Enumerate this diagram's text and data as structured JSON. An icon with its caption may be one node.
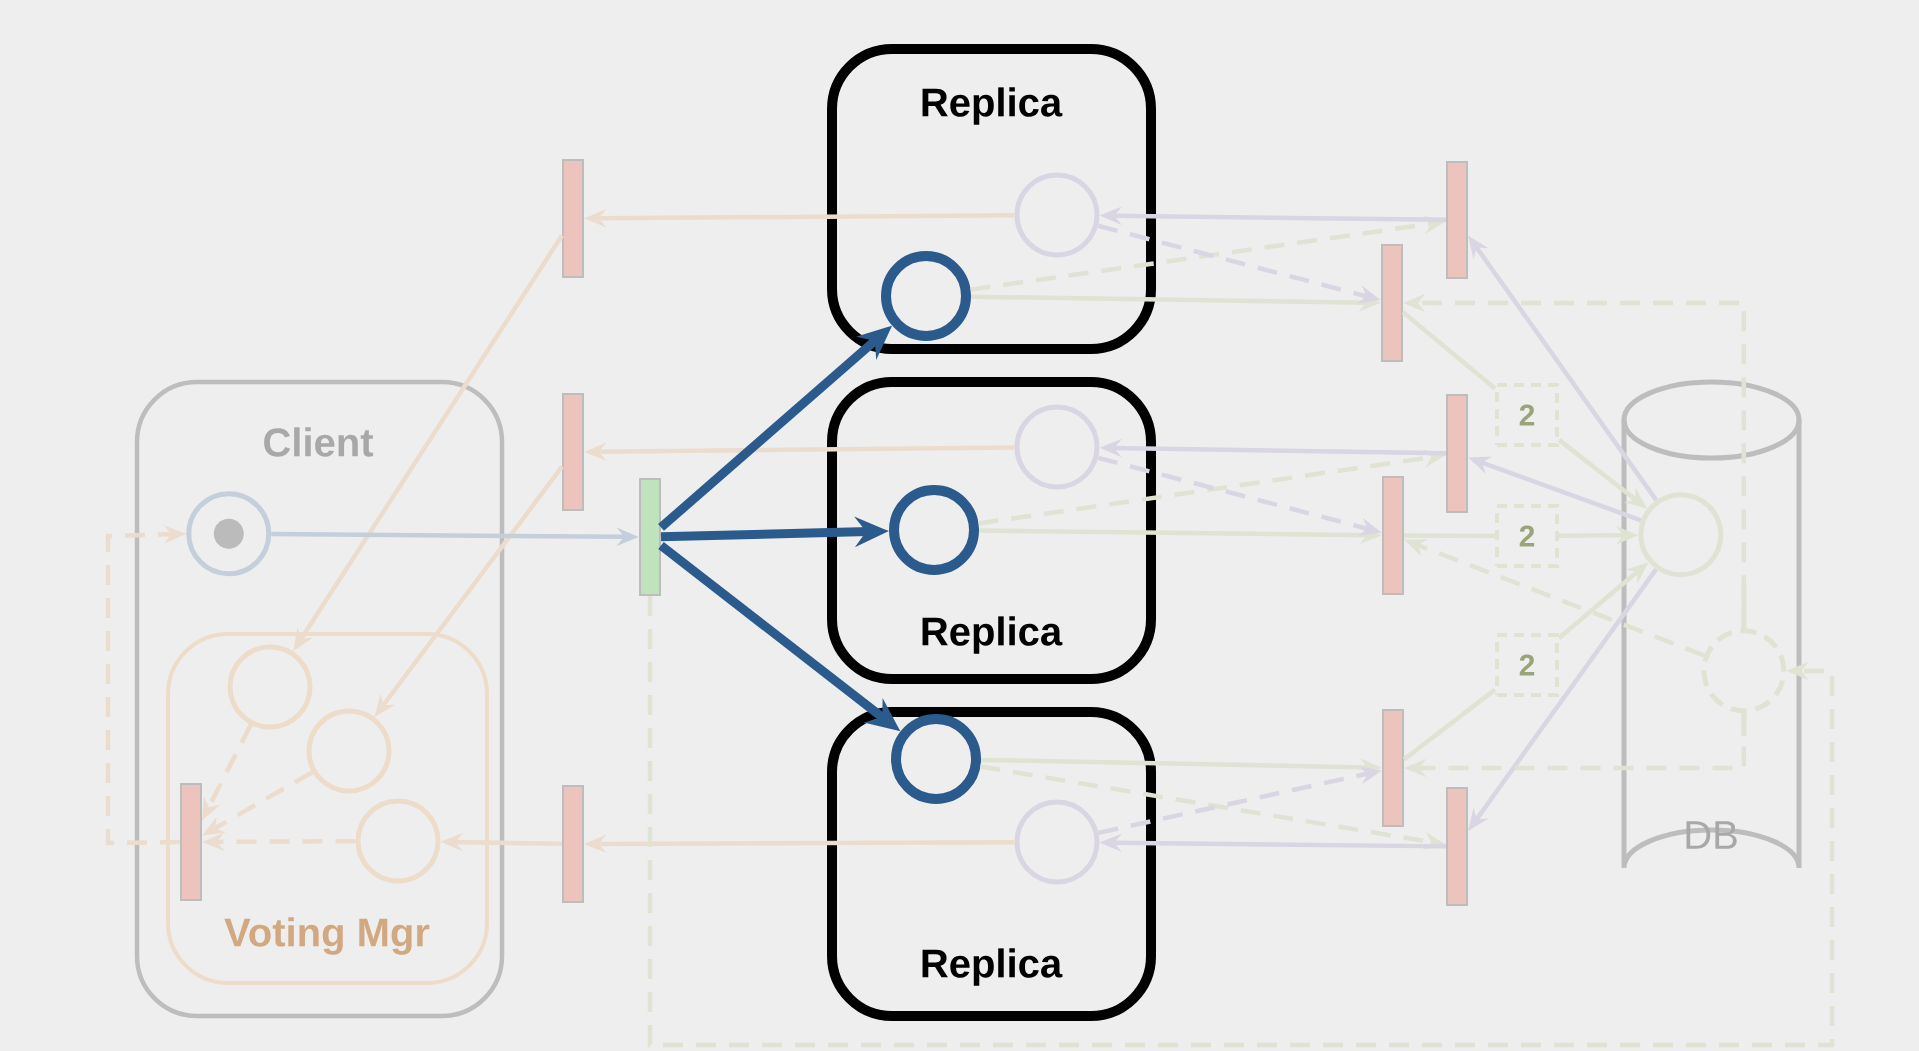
{
  "diagram": {
    "nodes": [
      {
        "text": [
          "Client"
        ]
      },
      {
        "text": [
          "Voting Mgr"
        ],
        "in": 0
      },
      {
        "text": [
          "Replica"
        ]
      },
      {
        "text": [
          "Replica"
        ]
      },
      {
        "text": [
          "Replica"
        ]
      },
      {
        "text": [
          "DB"
        ]
      },
      {
        "text": [],
        "shape": "circle",
        "in": 0
      },
      {
        "text": [],
        "shape": "circle",
        "in": 1
      },
      {
        "text": [],
        "shape": "circle",
        "in": 1
      },
      {
        "text": [],
        "shape": "circle",
        "in": 1
      },
      {
        "text": [],
        "shape": "bar",
        "in": 1
      },
      {
        "text": [],
        "shape": "bar"
      },
      {
        "text": [],
        "shape": "bar"
      },
      {
        "text": [],
        "shape": "bar"
      },
      {
        "text": [],
        "shape": "bar"
      },
      {
        "text": [],
        "shape": "circle",
        "in": 2
      },
      {
        "text": [],
        "shape": "circle",
        "in": 2
      },
      {
        "text": [],
        "shape": "circle",
        "in": 3
      },
      {
        "text": [],
        "shape": "circle",
        "in": 3
      },
      {
        "text": [],
        "shape": "circle",
        "in": 4
      },
      {
        "text": [],
        "shape": "circle",
        "in": 4
      },
      {
        "text": [],
        "shape": "bar"
      },
      {
        "text": [],
        "shape": "bar"
      },
      {
        "text": [],
        "shape": "bar"
      },
      {
        "text": [],
        "shape": "bar"
      },
      {
        "text": [],
        "shape": "bar"
      },
      {
        "text": [],
        "shape": "bar"
      },
      {
        "text": [
          "2"
        ]
      },
      {
        "text": [
          "2"
        ]
      },
      {
        "text": [
          "2"
        ]
      },
      {
        "text": [],
        "shape": "circle",
        "in": 5
      },
      {
        "text": [],
        "shape": "circle",
        "in": 5
      }
    ],
    "edges": [
      {
        "from": 15,
        "to": 11,
        "arrow": "to",
        "color": "#ecdccd"
      },
      {
        "from": 17,
        "to": 12,
        "arrow": "to",
        "color": "#ecdccd"
      },
      {
        "from": 20,
        "to": 13,
        "arrow": "to",
        "color": "#ecdccd"
      },
      {
        "from": 11,
        "to": 7,
        "arrow": "to",
        "color": "#ecdccd"
      },
      {
        "from": 12,
        "to": 8,
        "arrow": "to",
        "color": "#ecdccd"
      },
      {
        "from": 13,
        "to": 9,
        "arrow": "to",
        "color": "#ecdccd"
      },
      {
        "from": 7,
        "to": 10,
        "arrow": "to",
        "style": "dashed",
        "color": "#ecdccd"
      },
      {
        "from": 8,
        "to": 10,
        "arrow": "to",
        "style": "dashed",
        "color": "#ecdccd"
      },
      {
        "from": 9,
        "to": 10,
        "arrow": "to",
        "style": "dashed",
        "color": "#ecdccd"
      },
      {
        "from": 10,
        "to": 6,
        "arrow": "to",
        "style": "dashed",
        "color": "#ecdccd"
      },
      {
        "from": 6,
        "to": 14,
        "arrow": "to",
        "color": "#c4cfdb"
      },
      {
        "from": 14,
        "to": 16,
        "arrow": "to",
        "style": "thick",
        "color": "#2b5b8c"
      },
      {
        "from": 14,
        "to": 18,
        "arrow": "to",
        "style": "thick",
        "color": "#2b5b8c"
      },
      {
        "from": 14,
        "to": 19,
        "arrow": "to",
        "style": "thick",
        "color": "#2b5b8c"
      },
      {
        "from": 14,
        "to": 31,
        "arrow": "to",
        "style": "dashed"
      },
      {
        "from": 16,
        "to": 22,
        "arrow": "to"
      },
      {
        "from": 16,
        "to": 21,
        "arrow": "to",
        "style": "dashed"
      },
      {
        "from": 18,
        "to": 24,
        "arrow": "to"
      },
      {
        "from": 18,
        "to": 23,
        "arrow": "to",
        "style": "dashed"
      },
      {
        "from": 19,
        "to": 25,
        "arrow": "to"
      },
      {
        "from": 19,
        "to": 26,
        "arrow": "to",
        "style": "dashed"
      },
      {
        "from": 21,
        "to": 15,
        "arrow": "to",
        "color": "#dad5e3"
      },
      {
        "from": 15,
        "to": 22,
        "arrow": "to",
        "style": "dashed",
        "color": "#dad5e3"
      },
      {
        "from": 23,
        "to": 17,
        "arrow": "to",
        "color": "#dad5e3"
      },
      {
        "from": 17,
        "to": 24,
        "arrow": "to",
        "style": "dashed",
        "color": "#dad5e3"
      },
      {
        "from": 26,
        "to": 20,
        "arrow": "to",
        "color": "#dad5e3"
      },
      {
        "from": 20,
        "to": 25,
        "arrow": "to",
        "style": "dashed",
        "color": "#dad5e3"
      },
      {
        "from": 30,
        "to": 21,
        "arrow": "to",
        "color": "#dad5e3"
      },
      {
        "from": 30,
        "to": 23,
        "arrow": "to",
        "color": "#dad5e3"
      },
      {
        "from": 30,
        "to": 26,
        "arrow": "to",
        "color": "#dad5e3"
      },
      {
        "from": 22,
        "to": 27,
        "arrow": "none"
      },
      {
        "from": 27,
        "to": 30,
        "arrow": "to"
      },
      {
        "from": 24,
        "to": 28,
        "arrow": "none"
      },
      {
        "from": 28,
        "to": 30,
        "arrow": "to"
      },
      {
        "from": 25,
        "to": 29,
        "arrow": "none"
      },
      {
        "from": 29,
        "to": 30,
        "arrow": "to"
      },
      {
        "from": 31,
        "to": 22,
        "arrow": "to",
        "style": "dashed"
      },
      {
        "from": 31,
        "to": 24,
        "arrow": "to",
        "style": "dashed"
      },
      {
        "from": 31,
        "to": 25,
        "arrow": "to",
        "style": "dashed"
      }
    ]
  }
}
